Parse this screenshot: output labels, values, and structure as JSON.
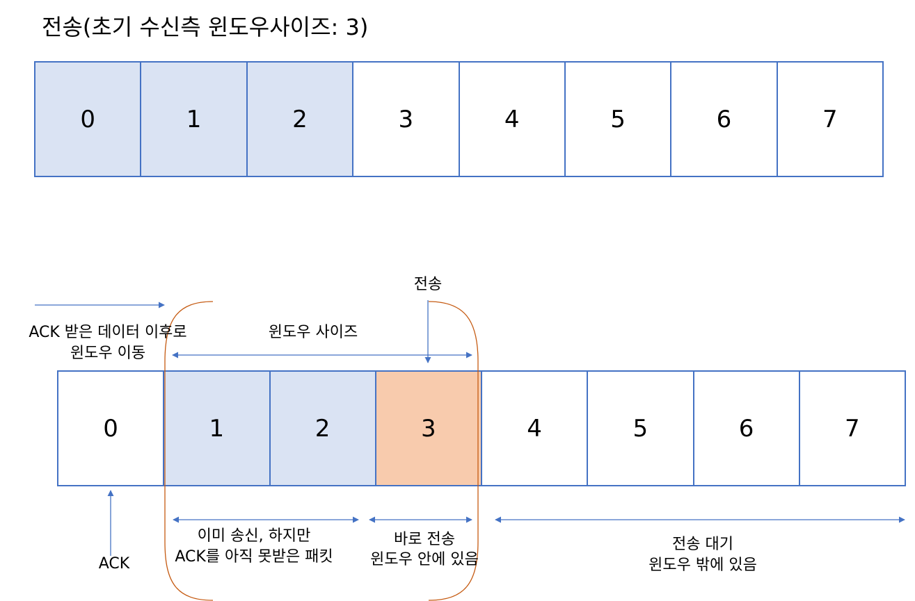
{
  "title": "전송(초기 수신측 윈도우사이즈: 3)",
  "colors": {
    "border": "#4472c4",
    "arrow": "#4472c4",
    "acked_fill": "#dae3f3",
    "sending_fill": "#f8cbad",
    "bracket": "#c55a11",
    "empty_fill": "#ffffff"
  },
  "top_row": {
    "cells": [
      {
        "label": "0",
        "state": "acked"
      },
      {
        "label": "1",
        "state": "acked"
      },
      {
        "label": "2",
        "state": "acked"
      },
      {
        "label": "3",
        "state": "empty"
      },
      {
        "label": "4",
        "state": "empty"
      },
      {
        "label": "5",
        "state": "empty"
      },
      {
        "label": "6",
        "state": "empty"
      },
      {
        "label": "7",
        "state": "empty"
      }
    ]
  },
  "bottom_row": {
    "cells": [
      {
        "label": "0",
        "state": "empty"
      },
      {
        "label": "1",
        "state": "acked"
      },
      {
        "label": "2",
        "state": "acked"
      },
      {
        "label": "3",
        "state": "sending"
      },
      {
        "label": "4",
        "state": "empty"
      },
      {
        "label": "5",
        "state": "empty"
      },
      {
        "label": "6",
        "state": "empty"
      },
      {
        "label": "7",
        "state": "empty"
      }
    ]
  },
  "labels": {
    "send": "전송",
    "window_move_line1": "ACK 받은 데이터 이후로",
    "window_move_line2": "윈도우 이동",
    "window_size": "윈도우 사이즈",
    "ack": "ACK",
    "sent_unacked_line1": "이미 송신, 하지만",
    "sent_unacked_line2": "ACK를 아직 못받은 패킷",
    "in_window_line1": "바로 전송",
    "in_window_line2": "윈도우 안에 있음",
    "outside_window_line1": "전송 대기",
    "outside_window_line2": "윈도우 밖에 있음"
  }
}
